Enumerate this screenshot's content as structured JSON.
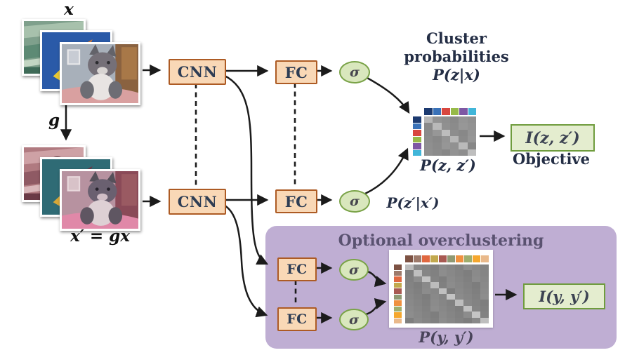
{
  "figure": {
    "input_label": "x",
    "transform_label": "g",
    "transformed_label": "x′ = gx",
    "cnn_label": "CNN",
    "fc_label": "FC",
    "sigma_label": "σ",
    "cluster_prob_line1": "Cluster",
    "cluster_prob_line2": "probabilities",
    "cluster_prob_line3": "P(z|x)",
    "p_zprime_given_xprime": "P(z′|x′)",
    "izz_label": "I(z, z′)",
    "objective_label": "Objective",
    "iyy_label": "I(y, y′)",
    "overclustering_title": "Optional overclustering"
  },
  "colors": {
    "box_fill": "#f9d8b6",
    "box_border": "#ad5b24",
    "sigma_fill": "#d9e7bd",
    "sigma_border": "#7aa348",
    "green_box_fill": "#e4edcf",
    "green_box_border": "#6f9c3d",
    "panel_purple": "#bfaed3",
    "panel_title_color": "#5a5270",
    "wire_color": "#1b1b1b",
    "text_dark": "#242e45"
  },
  "matrices": {
    "pzz": {
      "label": "P(z, z′)",
      "n": 6,
      "palette": [
        "#1c3a70",
        "#3a72b8",
        "#d8473f",
        "#97ba48",
        "#7e58a4",
        "#41b6d9"
      ],
      "body_base": 143,
      "body_diag": 186
    },
    "pyy": {
      "label": "P(y, y′)",
      "n": 10,
      "palette": [
        "#7d5243",
        "#9d7a6b",
        "#e06840",
        "#c2a94e",
        "#a85a52",
        "#8f9973",
        "#ef9140",
        "#9fae6d",
        "#f5a72e",
        "#e9b98b"
      ],
      "body_base": 133,
      "body_diag": 192
    }
  }
}
